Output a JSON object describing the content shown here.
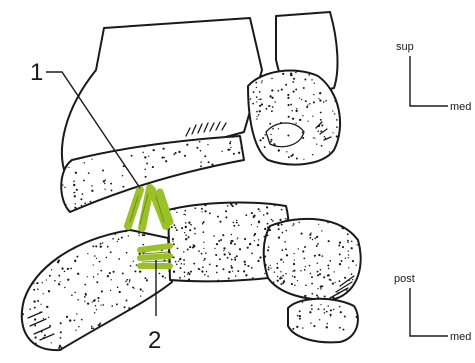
{
  "labels": {
    "one": "1",
    "two": "2"
  },
  "orientation_top": {
    "vertical": "sup",
    "horizontal": "med"
  },
  "orientation_bottom": {
    "vertical": "post",
    "horizontal": "med"
  },
  "colors": {
    "ligament": "#9bc12a",
    "ligament_dark": "#6f8f12",
    "ink": "#1a1a1a",
    "paper": "#ffffff"
  }
}
